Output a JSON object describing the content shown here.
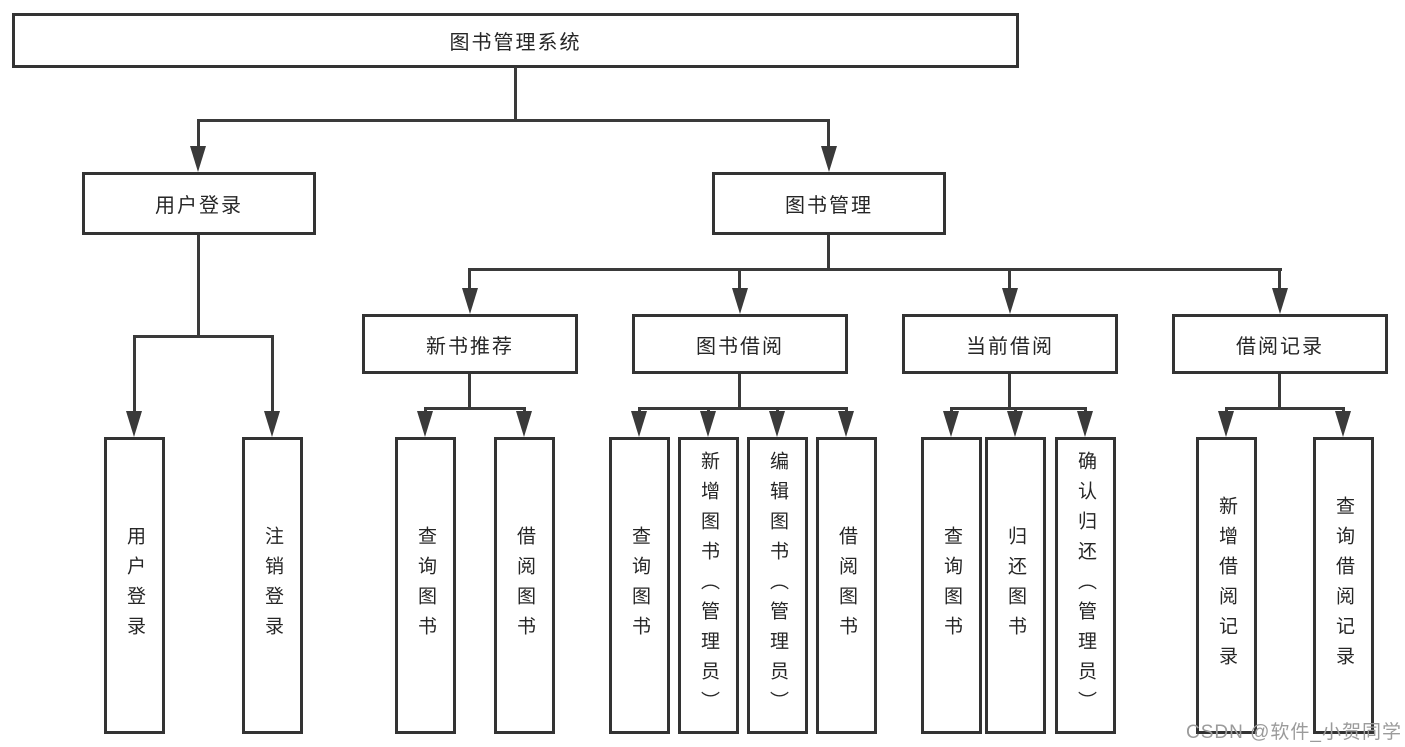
{
  "diagram": {
    "root": {
      "label": "图书管理系统"
    },
    "branches": [
      {
        "label": "用户登录",
        "children": [
          {
            "label": "用户登录"
          },
          {
            "label": "注销登录"
          }
        ]
      },
      {
        "label": "图书管理",
        "children": [
          {
            "label": "新书推荐",
            "children": [
              {
                "label": "查询图书"
              },
              {
                "label": "借阅图书"
              }
            ]
          },
          {
            "label": "图书借阅",
            "children": [
              {
                "label": "查询图书"
              },
              {
                "label": "新增图书（管理员）"
              },
              {
                "label": "编辑图书（管理员）"
              },
              {
                "label": "借阅图书"
              }
            ]
          },
          {
            "label": "当前借阅",
            "children": [
              {
                "label": "查询图书"
              },
              {
                "label": "归还图书"
              },
              {
                "label": "确认归还（管理员）"
              }
            ]
          },
          {
            "label": "借阅记录",
            "children": [
              {
                "label": "新增借阅记录"
              },
              {
                "label": "查询借阅记录"
              }
            ]
          }
        ]
      }
    ]
  },
  "watermark": {
    "text": "CSDN @软件_小贺同学"
  },
  "colors": {
    "line": "#3a3a3a",
    "border": "#333333",
    "text": "#262626",
    "watermark": "#9b9b9b",
    "background": "#ffffff"
  }
}
